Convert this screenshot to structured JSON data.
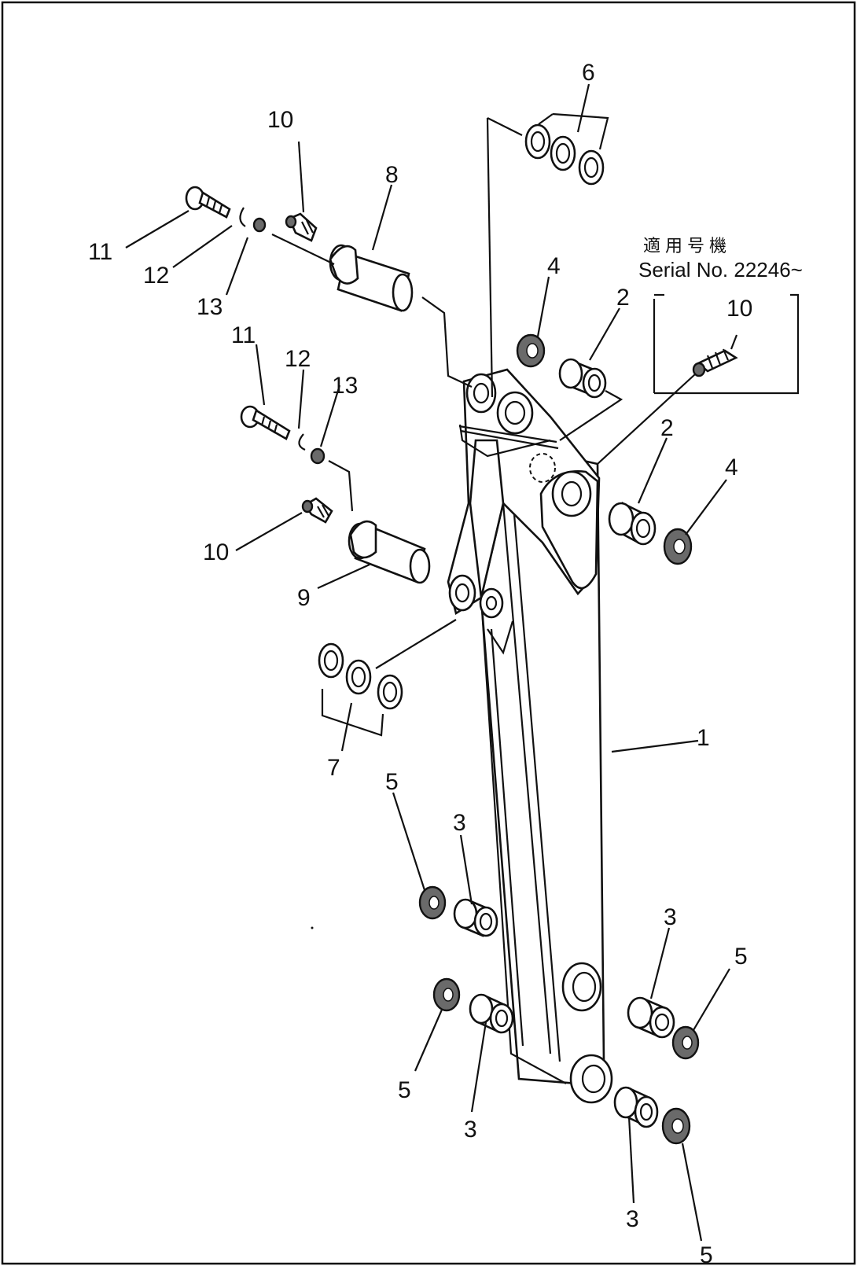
{
  "diagram": {
    "note": {
      "line1": "適用号機",
      "line2": "Serial No. 22246~"
    },
    "callouts": [
      {
        "id": "c6",
        "text": "6"
      },
      {
        "id": "c10a",
        "text": "10"
      },
      {
        "id": "c8",
        "text": "8"
      },
      {
        "id": "c11a",
        "text": "11"
      },
      {
        "id": "c12a",
        "text": "12"
      },
      {
        "id": "c13a",
        "text": "13"
      },
      {
        "id": "c4a",
        "text": "4"
      },
      {
        "id": "c2a",
        "text": "2"
      },
      {
        "id": "c10box",
        "text": "10"
      },
      {
        "id": "c11b",
        "text": "11"
      },
      {
        "id": "c12b",
        "text": "12"
      },
      {
        "id": "c13b",
        "text": "13"
      },
      {
        "id": "c2b",
        "text": "2"
      },
      {
        "id": "c4b",
        "text": "4"
      },
      {
        "id": "c10b",
        "text": "10"
      },
      {
        "id": "c9",
        "text": "9"
      },
      {
        "id": "c7",
        "text": "7"
      },
      {
        "id": "c1",
        "text": "1"
      },
      {
        "id": "c5a",
        "text": "5"
      },
      {
        "id": "c3a",
        "text": "3"
      },
      {
        "id": "c3b",
        "text": "3"
      },
      {
        "id": "c5b",
        "text": "5"
      },
      {
        "id": "c5c",
        "text": "5"
      },
      {
        "id": "c3c",
        "text": "3"
      },
      {
        "id": "c3d",
        "text": "3"
      },
      {
        "id": "c5d",
        "text": "5"
      }
    ]
  }
}
